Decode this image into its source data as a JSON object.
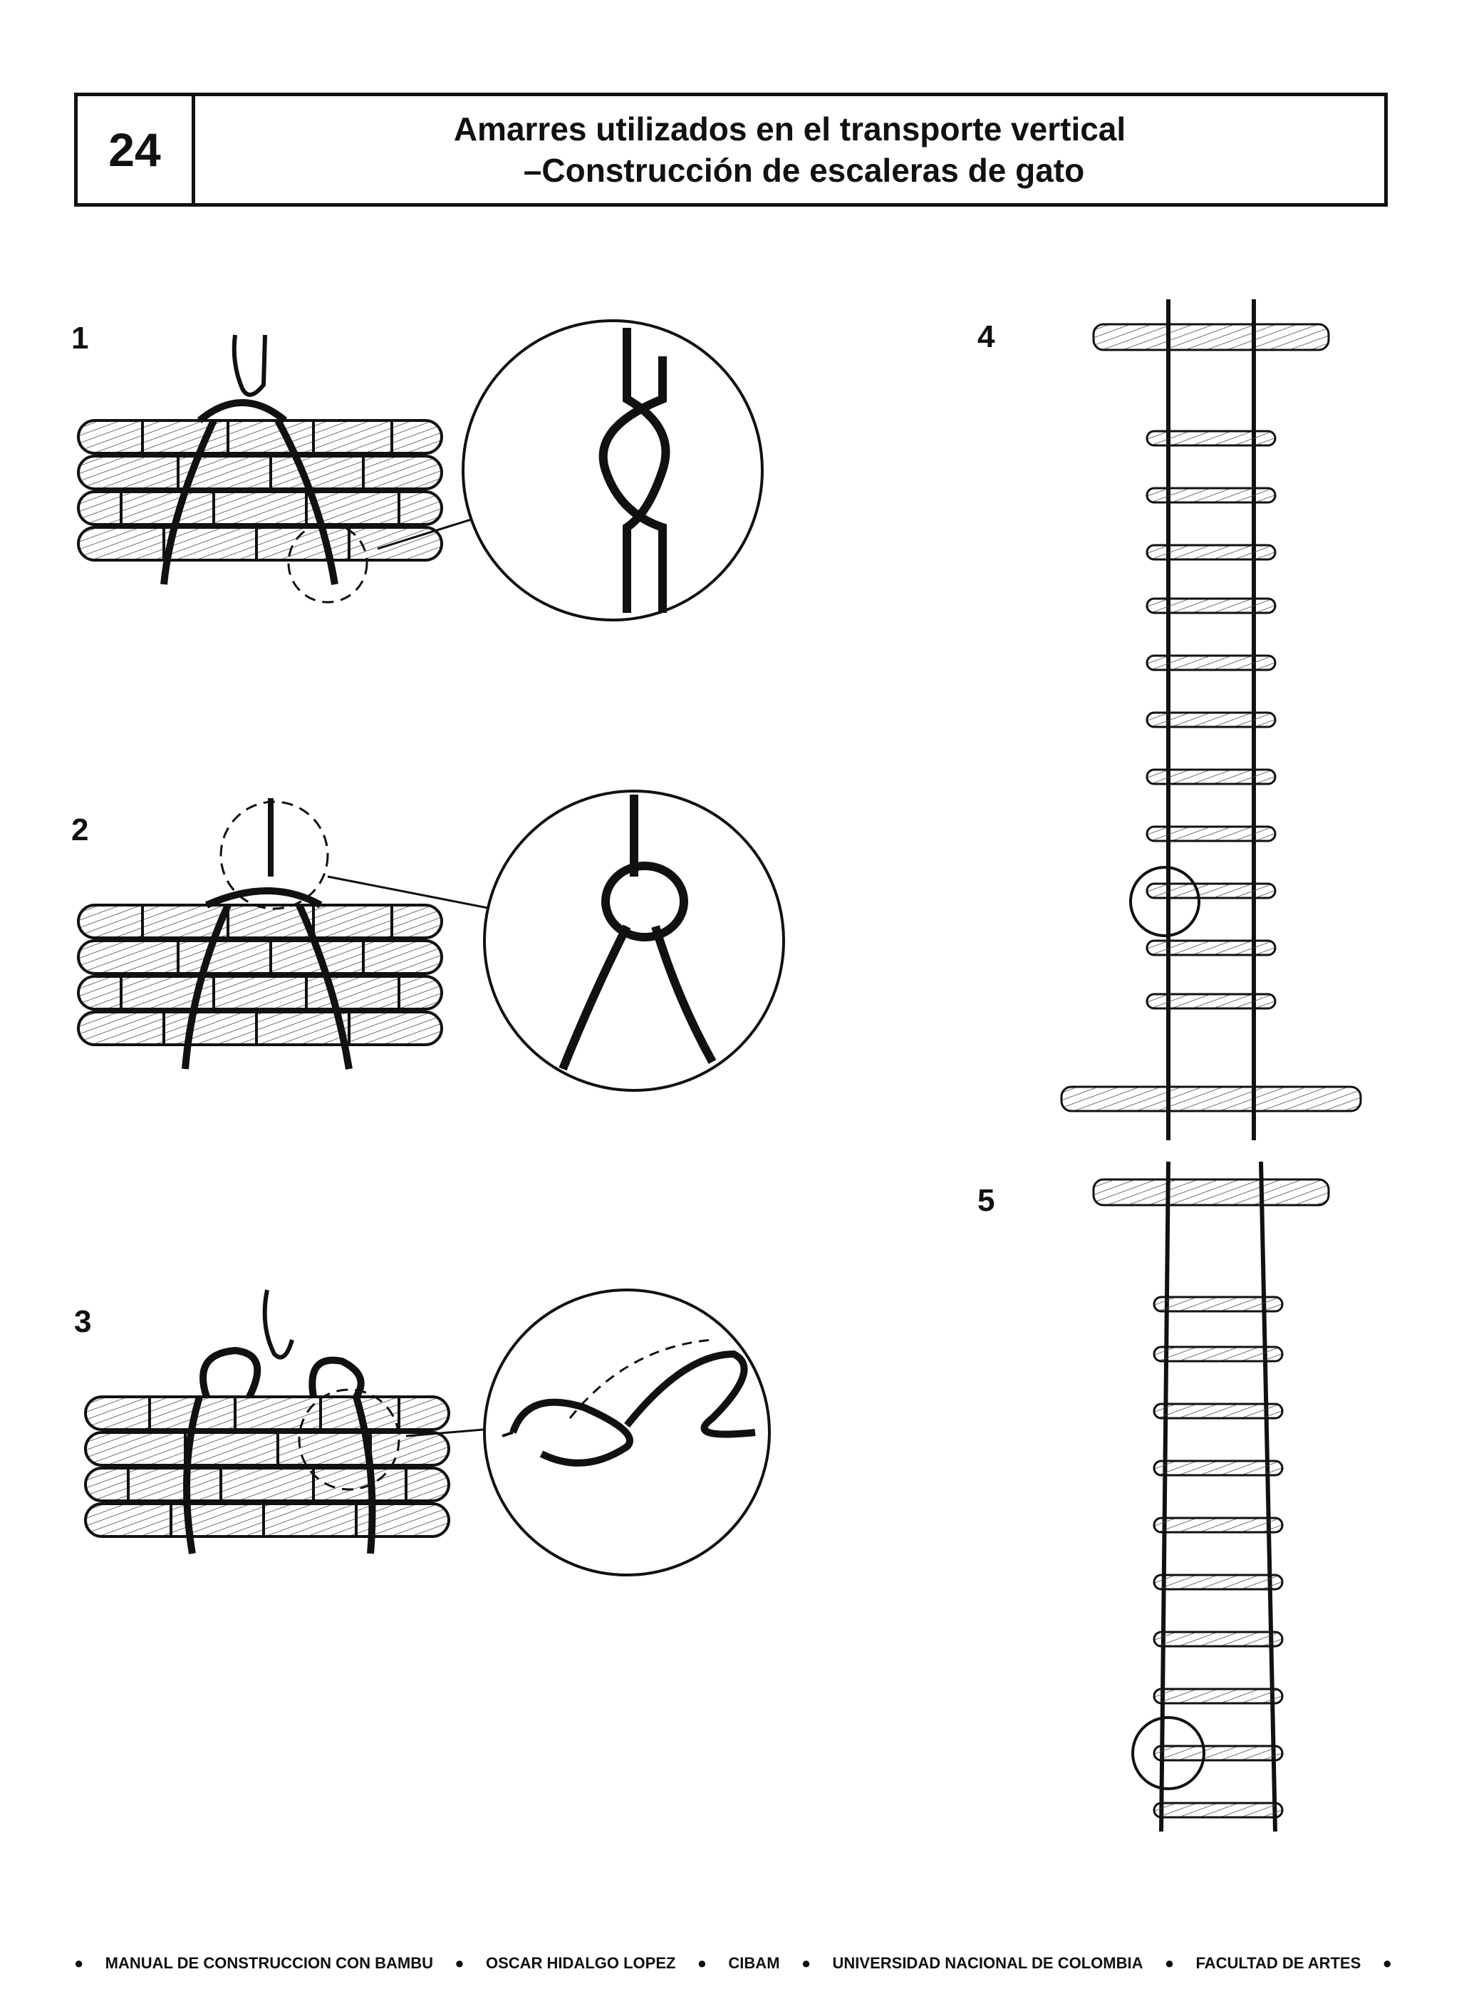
{
  "header": {
    "plate_number": "24",
    "title_line1": "Amarres utilizados en el transporte vertical",
    "title_line2": "–Construcción de escaleras de gato"
  },
  "figures": [
    {
      "label": "1"
    },
    {
      "label": "2"
    },
    {
      "label": "3"
    },
    {
      "label": "4"
    },
    {
      "label": "5"
    }
  ],
  "footer": {
    "items": [
      "MANUAL DE CONSTRUCCION CON BAMBU",
      "OSCAR HIDALGO LOPEZ",
      "CIBAM",
      "UNIVERSIDAD NACIONAL DE COLOMBIA",
      "FACULTAD DE ARTES"
    ],
    "bullet": "●"
  }
}
